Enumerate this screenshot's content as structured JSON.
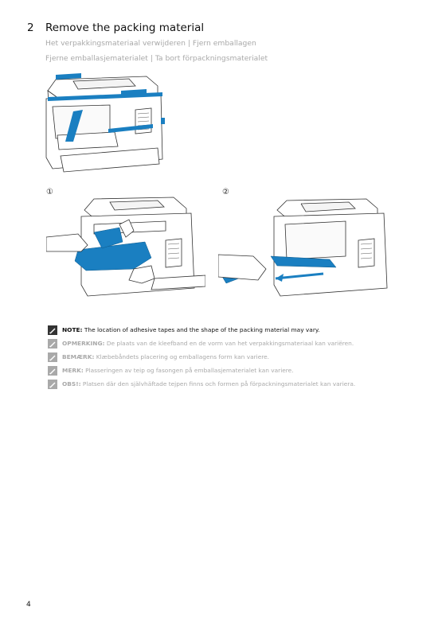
{
  "step": {
    "number": "2",
    "title": "Remove the packing material"
  },
  "subtitles": [
    "Het verpakkingsmateriaal verwijderen | Fjern emballagen",
    "Fjerne emballasjematerialet | Ta bort förpackningsmaterialet"
  ],
  "callouts": [
    "①",
    "②"
  ],
  "notes": [
    {
      "label": "NOTE:",
      "text": " The location of adhesive tapes and the shape of the packing material may vary.",
      "icon": "note-pencil-icon"
    },
    {
      "label": "OPMERKING:",
      "text": " De plaats van de kleefband en de vorm van het verpakkingsmateriaal kan variëren.",
      "icon": "note-pencil-icon"
    },
    {
      "label": "BEMÆRK:",
      "text": " Klæbebåndets placering og emballagens form kan variere.",
      "icon": "note-pencil-icon"
    },
    {
      "label": "MERK:",
      "text": " Plasseringen av teip og fasongen på emballasjematerialet kan variere.",
      "icon": "note-pencil-icon"
    },
    {
      "label": "OBS!:",
      "text": " Platsen där den självhäftade tejpen finns och formen på förpackningsmaterialet kan variera.",
      "icon": "note-pencil-icon"
    }
  ],
  "page_number": "4",
  "colors": {
    "tape_blue": "#1a7fc1",
    "note_gray": "#a9a9a9",
    "text": "#111111"
  }
}
